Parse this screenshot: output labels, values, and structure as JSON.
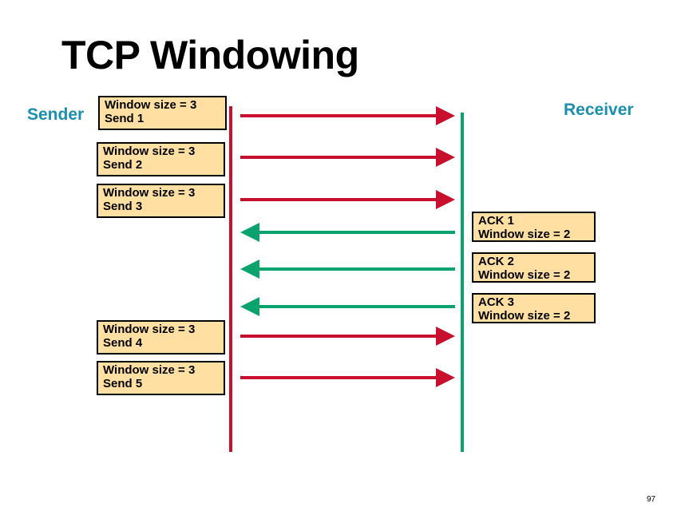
{
  "title": "TCP Windowing",
  "sender_label": "Sender",
  "receiver_label": "Receiver",
  "colors": {
    "sender": "#c8102e",
    "receiver": "#0aa36e",
    "label": "#1a8fae",
    "box_fill": "#ffe0a2"
  },
  "sender_messages": [
    {
      "line1": "Window size = 3",
      "line2": "Send 1"
    },
    {
      "line1": "Window size = 3",
      "line2": "Send 2"
    },
    {
      "line1": "Window size = 3",
      "line2": "Send 3"
    },
    {
      "line1": "Window size = 3",
      "line2": "Send 4"
    },
    {
      "line1": "Window size = 3",
      "line2": "Send 5"
    }
  ],
  "receiver_messages": [
    {
      "line1": "ACK 1",
      "line2": "Window size = 2"
    },
    {
      "line1": "ACK 2",
      "line2": "Window size = 2"
    },
    {
      "line1": "ACK 3",
      "line2": "Window size = 2"
    }
  ],
  "page_number": "97"
}
